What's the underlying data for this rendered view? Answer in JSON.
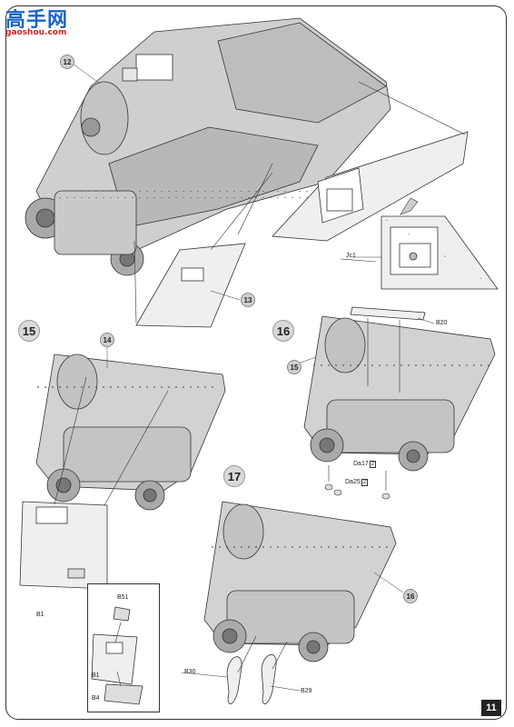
{
  "watermark": {
    "site_name": "高手网",
    "site_url": "gaoshou.com"
  },
  "page_number": "11",
  "steps": [
    {
      "number": "15"
    },
    {
      "number": "16"
    },
    {
      "number": "17"
    }
  ],
  "callouts": {
    "c12": "12",
    "c13": "13",
    "c14": "14",
    "c15": "15",
    "c16": "16"
  },
  "part_labels": {
    "jc1": "Jc1",
    "b20": "B20",
    "b1": "B1",
    "b51": "B51",
    "b1_inset": "B1",
    "b4": "B4",
    "b30": "B30",
    "b29": "B29",
    "da17": "Da17",
    "da17_qty": "2",
    "da25": "Da25",
    "da25_qty": "2"
  },
  "colors": {
    "accent_blue": "#1a63c7",
    "accent_red": "#d62020",
    "part_grey": "#c8c8c8",
    "line": "#333333"
  }
}
